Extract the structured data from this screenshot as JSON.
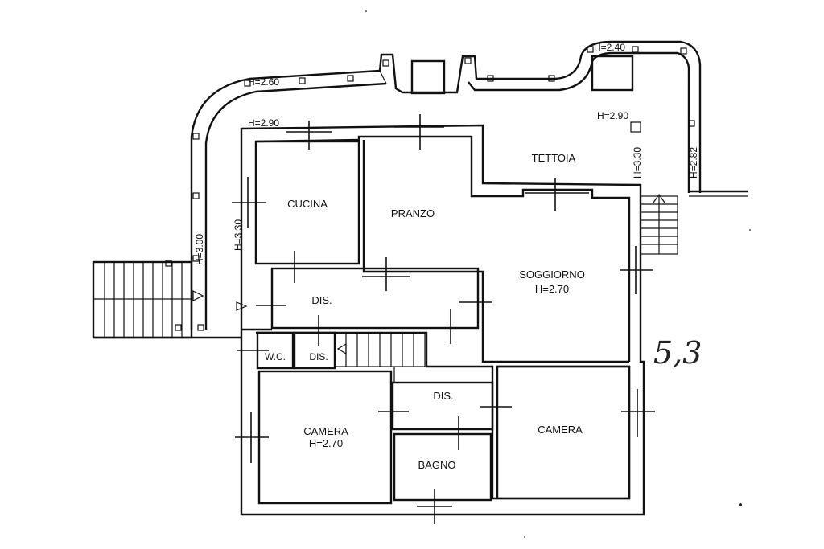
{
  "rooms": {
    "cucina": "CUCINA",
    "pranzo": "PRANZO",
    "soggiorno": "SOGGIORNO",
    "soggiorno_height": "H=2.70",
    "tettoia": "TETTOIA",
    "dis_main": "DIS.",
    "wc": "W.C.",
    "dis_small": "DIS.",
    "dis_lower": "DIS.",
    "camera_left": "CAMERA",
    "camera_left_height": "H=2.70",
    "camera_right": "CAMERA",
    "bagno": "BAGNO"
  },
  "dimensions": {
    "h260": "H=2.60",
    "h240": "H=2.40",
    "h290_left": "H=2.90",
    "h290_right": "H=2.90",
    "h300": "H=3.00",
    "h330_left": "H=3.30",
    "h330_right": "H=3.30",
    "h282": "H=2.82"
  },
  "annotation": {
    "handwritten": "5,3"
  }
}
